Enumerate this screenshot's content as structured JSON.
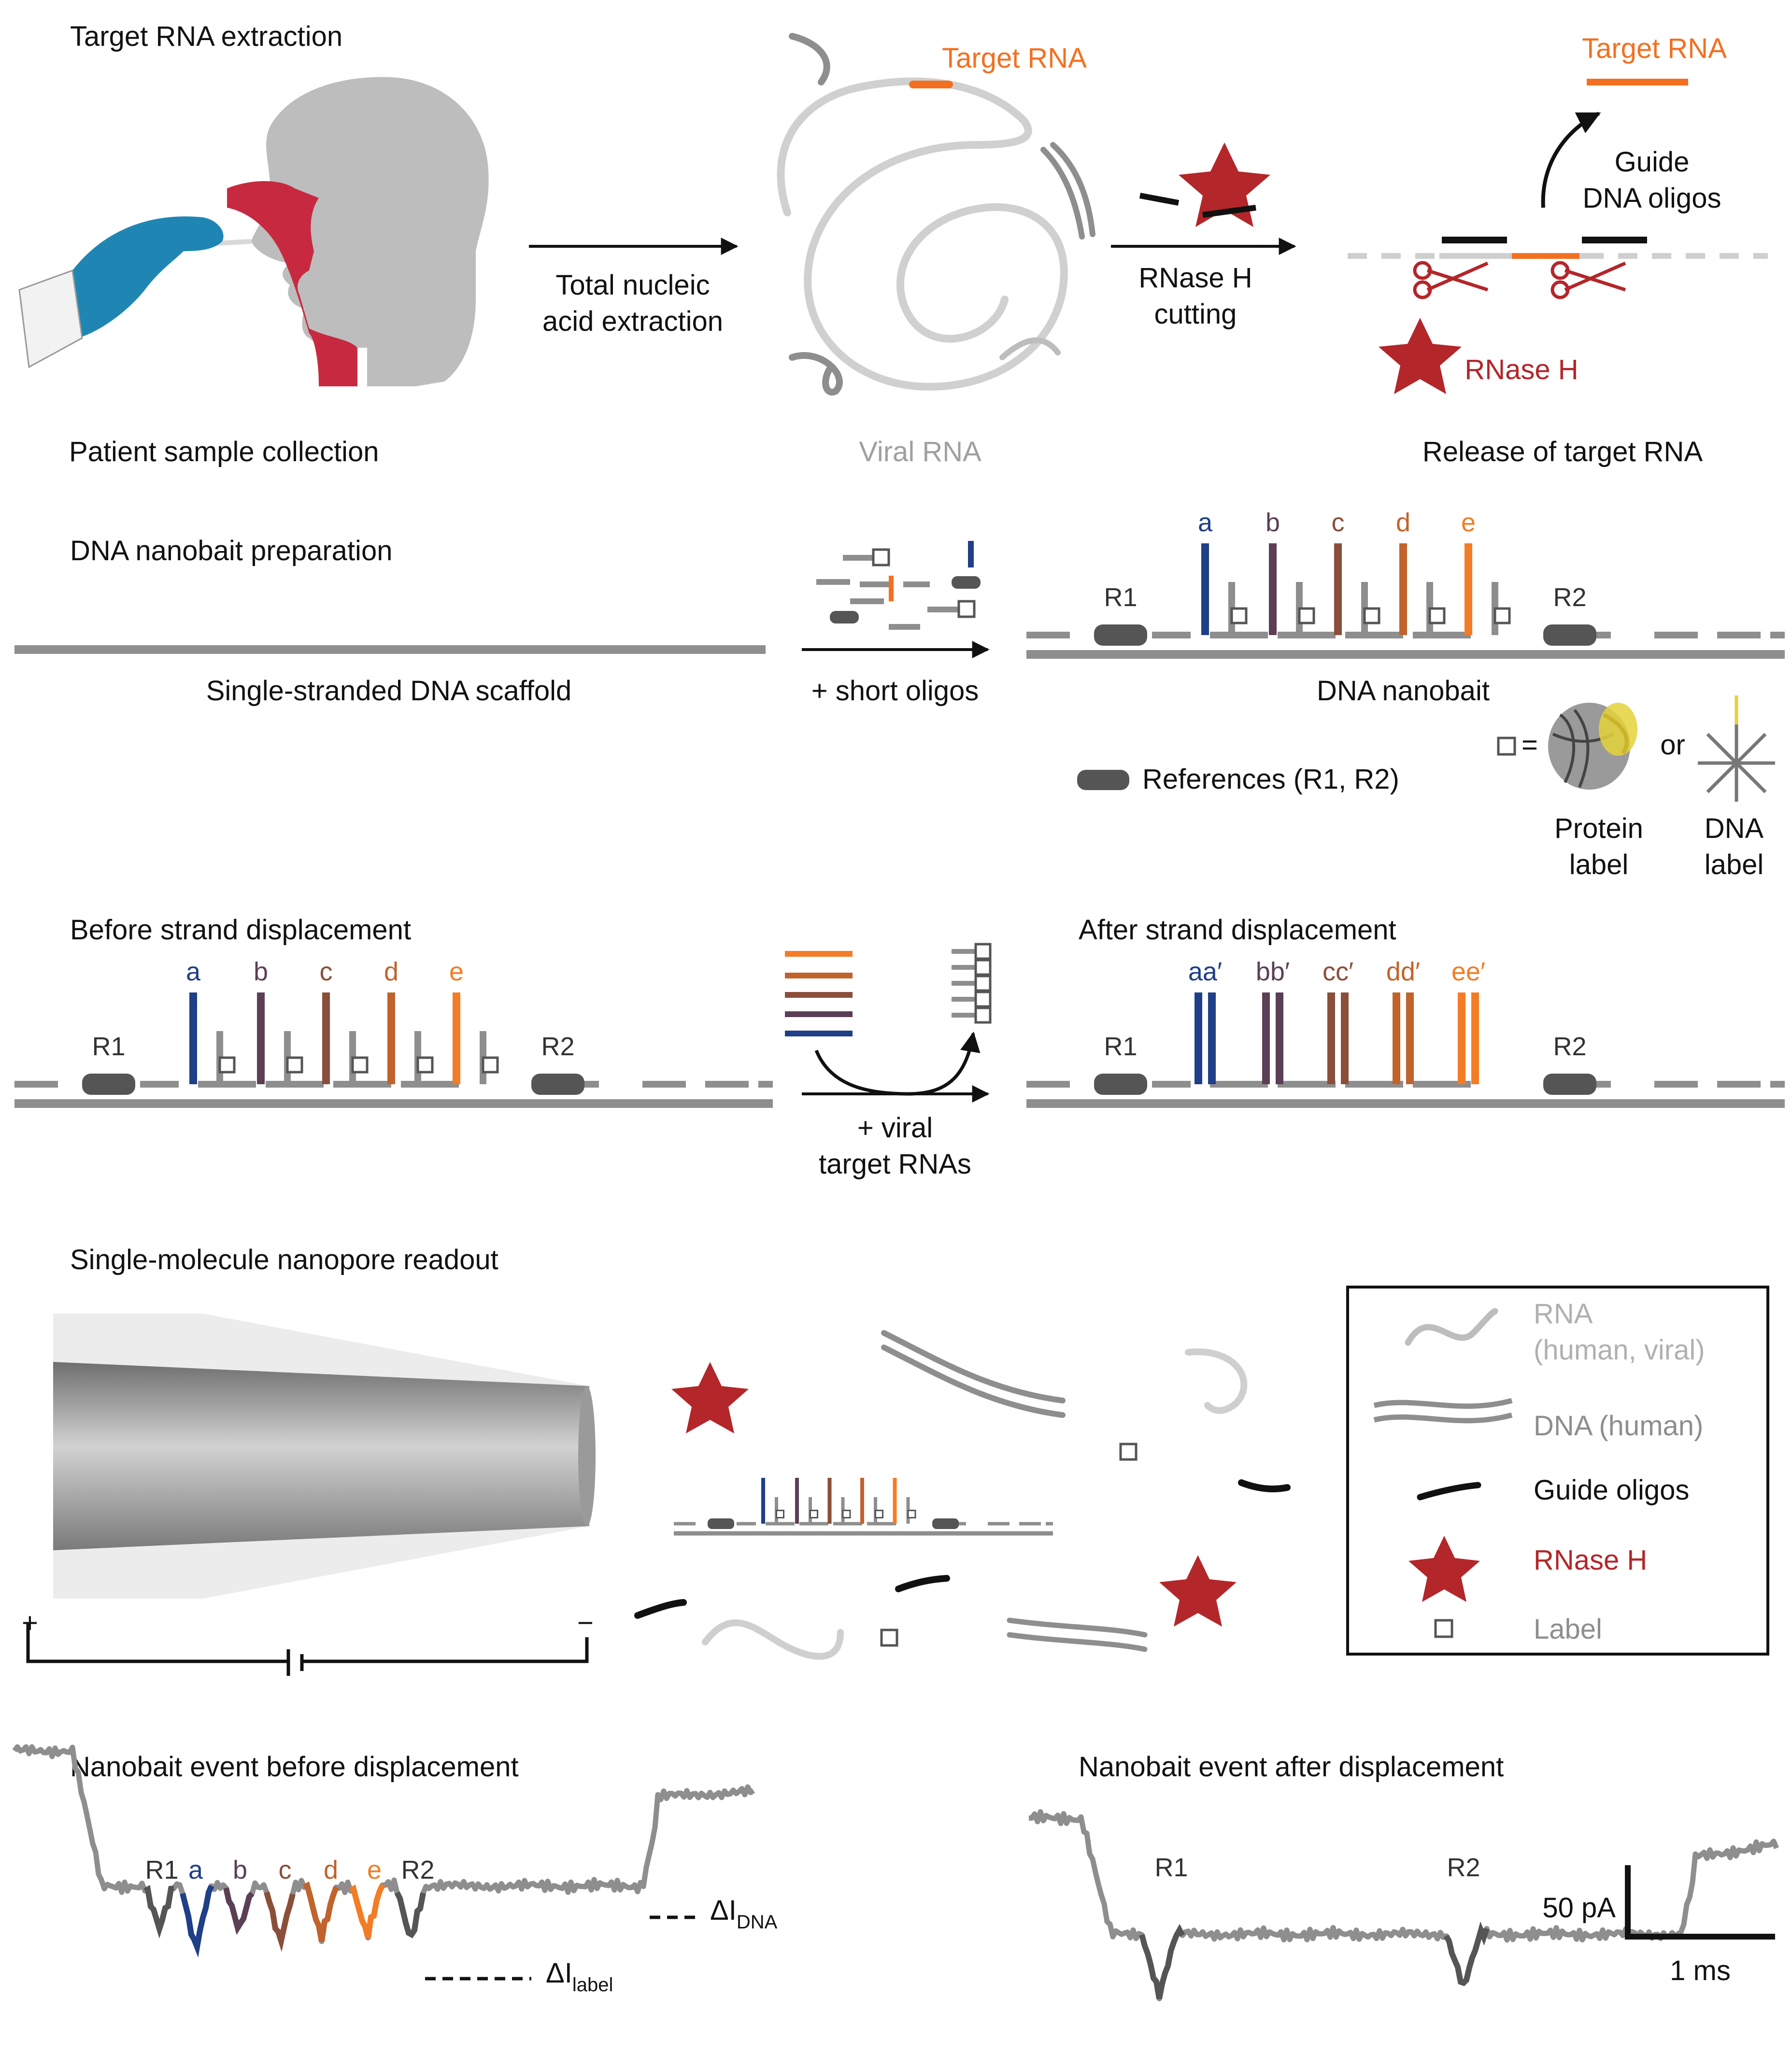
{
  "colors": {
    "a": "#1f3f86",
    "b": "#5a3f55",
    "c": "#8a4f3a",
    "d": "#c0632c",
    "e": "#f37c26",
    "target": "#f37021",
    "rnase": "#b3262a",
    "ink": "#111111",
    "scaffold": "#8e8e8e",
    "rna_light": "#cfcfcf",
    "ref": "#555555"
  },
  "icons": [
    "swab-icon",
    "head-silhouette-icon",
    "star-icon",
    "scissors-icon",
    "nanopore-icon",
    "label-square-icon",
    "protein-icon",
    "dna-star-icon",
    "battery-icon"
  ],
  "section1": {
    "title": "Target RNA extraction",
    "patient_label": "Patient sample collection",
    "arrow1_line1": "Total nucleic",
    "arrow1_line2": "acid extraction",
    "target_rna_label": "Target RNA",
    "viral_rna_label": "Viral RNA",
    "arrow2_line1": "RNase H",
    "arrow2_line2": "cutting",
    "target_rna_label2": "Target RNA",
    "guide_line1": "Guide",
    "guide_line2": "DNA oligos",
    "rnase_label": "RNase H",
    "release_label": "Release of target RNA"
  },
  "section2": {
    "title": "DNA nanobait preparation",
    "scaffold_label": "Single-stranded DNA scaffold",
    "oligos_label": "+ short oligos",
    "nanobait_label": "DNA nanobait",
    "letters": [
      "a",
      "b",
      "c",
      "d",
      "e"
    ],
    "r1": "R1",
    "r2": "R2",
    "references_label": "References (R1, R2)",
    "eq": "=",
    "or": "or",
    "protein_line1": "Protein",
    "protein_line2": "label",
    "dna_line1": "DNA",
    "dna_line2": "label"
  },
  "section3": {
    "before_title": "Before strand displacement",
    "after_title": "After strand displacement",
    "letters": [
      "a",
      "b",
      "c",
      "d",
      "e"
    ],
    "letters_after": [
      "aa′",
      "bb′",
      "cc′",
      "dd′",
      "ee′"
    ],
    "r1": "R1",
    "r2": "R2",
    "arrow_line1": "+ viral",
    "arrow_line2": "target RNAs"
  },
  "section4": {
    "title": "Single-molecule nanopore readout",
    "plus": "+",
    "minus": "−",
    "legend": {
      "rna_line1": "RNA",
      "rna_line2": "(human, viral)",
      "dna": "DNA (human)",
      "guide": "Guide oligos",
      "rnase": "RNase H",
      "label": "Label"
    }
  },
  "section5": {
    "before_title": "Nanobait event before displacement",
    "after_title": "Nanobait event after displacement",
    "peak_labels": [
      "R1",
      "a",
      "b",
      "c",
      "d",
      "e",
      "R2"
    ],
    "after_labels": [
      "R1",
      "R2"
    ],
    "delta_dna": "ΔI",
    "delta_dna_sub": "DNA",
    "delta_label": "ΔI",
    "delta_label_sub": "label",
    "scale_current": "50 pA",
    "scale_time": "1 ms"
  }
}
